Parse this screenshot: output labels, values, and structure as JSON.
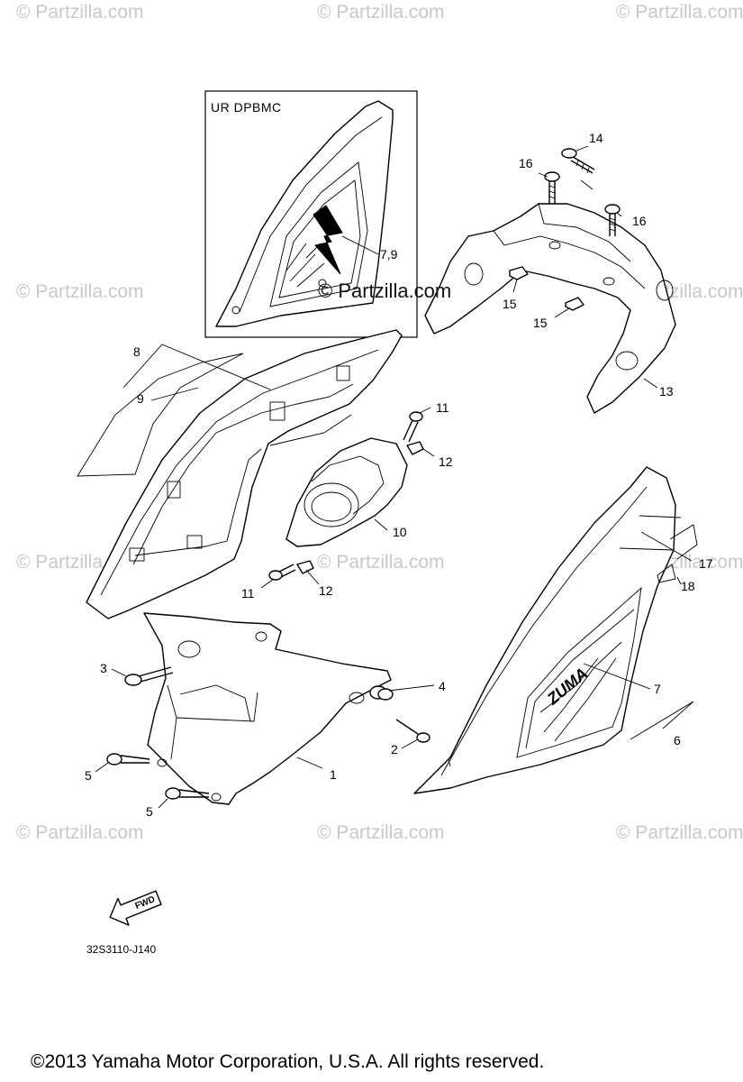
{
  "watermark": "© Partzilla.com",
  "brand_mark": "© Partzilla.com",
  "inset": {
    "title": "UR DPBMC",
    "label": "7,9"
  },
  "callouts": {
    "c1": "1",
    "c2": "2",
    "c3": "3",
    "c4": "4",
    "c5a": "5",
    "c5b": "5",
    "c6": "6",
    "c7": "7",
    "c8": "8",
    "c9": "9",
    "c10": "10",
    "c11a": "11",
    "c11b": "11",
    "c12a": "12",
    "c12b": "12",
    "c13": "13",
    "c14": "14",
    "c15a": "15",
    "c15b": "15",
    "c16a": "16",
    "c16b": "16",
    "c17": "17",
    "c18": "18"
  },
  "fwd_label": "FWD",
  "decal_text": "ZUMA",
  "drawing_code": "32S3110-J140",
  "copyright": "©2013  Yamaha Motor Corporation, U.S.A. All rights reserved."
}
